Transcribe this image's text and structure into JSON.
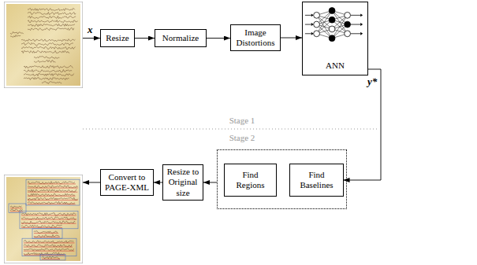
{
  "diagram": {
    "nodes": [
      {
        "text": []
      },
      {
        "text": [
          "Resize"
        ]
      },
      {
        "text": [
          "Normalize"
        ]
      },
      {
        "text": [
          "Image Distortions"
        ]
      },
      {
        "text": [
          "ANN"
        ]
      },
      {
        "text": []
      },
      {
        "text": [
          "Find Regions"
        ],
        "in": 5
      },
      {
        "text": [
          "Find Baselines"
        ],
        "in": 5
      },
      {
        "text": [
          "Resize to Original size"
        ]
      },
      {
        "text": [
          "Convert to PAGE-XML"
        ]
      },
      {
        "text": []
      }
    ],
    "edges": [
      {
        "from": 0,
        "to": 1,
        "label": "x",
        "arrow": "to"
      },
      {
        "from": 1,
        "to": 2,
        "arrow": "to"
      },
      {
        "from": 2,
        "to": 3,
        "arrow": "to"
      },
      {
        "from": 3,
        "to": 4,
        "arrow": "to"
      },
      {
        "from": 4,
        "to": 7,
        "label": "y*",
        "arrow": "to"
      },
      {
        "from": 5,
        "to": 8,
        "arrow": "to"
      },
      {
        "from": 8,
        "to": 9,
        "arrow": "to"
      },
      {
        "from": 9,
        "to": 10,
        "arrow": "to"
      }
    ],
    "labels": [
      "Stage 1",
      "Stage 2"
    ]
  }
}
